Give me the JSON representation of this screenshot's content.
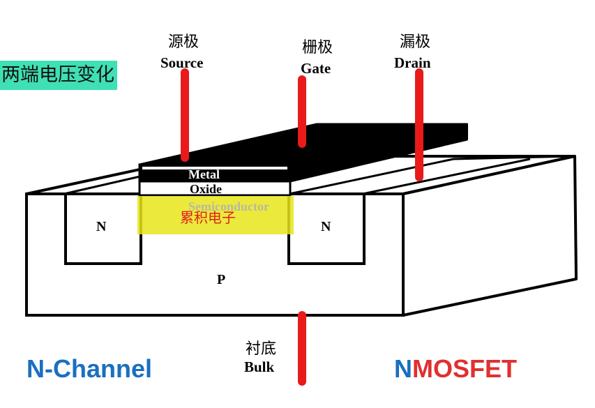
{
  "title_highlight": "两端电压变化",
  "terminals": {
    "source": {
      "zh": "源极",
      "en": "Source"
    },
    "gate": {
      "zh": "栅极",
      "en": "Gate"
    },
    "drain": {
      "zh": "漏极",
      "en": "Drain"
    },
    "bulk": {
      "zh": "衬底",
      "en": "Bulk"
    }
  },
  "layers": {
    "metal": "Metal",
    "oxide": "Oxide",
    "semiconductor": "Semiconductor"
  },
  "regions": {
    "source_n": "N",
    "drain_n": "N",
    "substrate_p": "P"
  },
  "annotation": "累积电子",
  "footer": {
    "left": "N-Channel",
    "right_first": "N",
    "right_rest": "MOSFET"
  },
  "colors": {
    "terminal_lead": "#e81a1a",
    "highlight_green": "#3fe0b4",
    "highlight_yellow": "#e8e61a",
    "n_channel_blue": "#1a6fc0",
    "mosfet_red": "#e03030"
  }
}
